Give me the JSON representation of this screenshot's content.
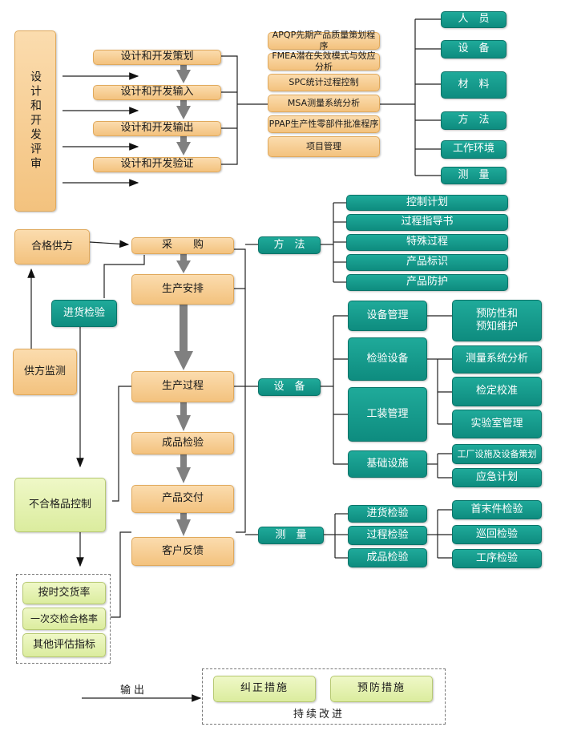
{
  "design_review": "设计和开发评审",
  "design_steps": [
    "设计和开发策划",
    "设计和开发输入",
    "设计和开发输出",
    "设计和开发验证"
  ],
  "tools": [
    "APQP先期产品质量策划程序",
    "FMEA潜在失效模式与效应分析",
    "SPC统计过程控制",
    "MSA测量系统分析",
    "PPAP生产性零部件批准程序",
    "项目管理"
  ],
  "resources": [
    "人　员",
    "设　备",
    "材　料",
    "方　法",
    "工作环境",
    "测　量"
  ],
  "supplier": {
    "qualified": "合格供方",
    "incoming": "进货检验",
    "monitor": "供方监测"
  },
  "flow": [
    "采　　购",
    "生产安排",
    "生产过程",
    "成品检验",
    "产品交付",
    "客户反馈"
  ],
  "methods": {
    "label": "方　法",
    "items": [
      "控制计划",
      "过程指导书",
      "特殊过程",
      "产品标识",
      "产品防护"
    ]
  },
  "equipment": {
    "label": "设　备",
    "items": [
      "设备管理",
      "检验设备",
      "工装管理",
      "基础设施"
    ],
    "maintenance": "预防性和\n预知维护",
    "inspection_sub": [
      "测量系统分析",
      "检定校准",
      "实验室管理"
    ],
    "infra_sub": [
      "工厂设施及设备策划",
      "应急计划"
    ]
  },
  "measurement": {
    "label": "测　量",
    "items": [
      "进货检验",
      "过程检验",
      "成品检验"
    ],
    "sub": [
      "首末件检验",
      "巡回检验",
      "工序检验"
    ]
  },
  "nonconforming": "不合格品控制",
  "metrics": [
    "按时交货率",
    "一次交检合格率",
    "其他评估指标"
  ],
  "output_label": "输出",
  "improvement": {
    "label": "持续改进",
    "items": [
      "纠正措施",
      "预防措施"
    ]
  }
}
